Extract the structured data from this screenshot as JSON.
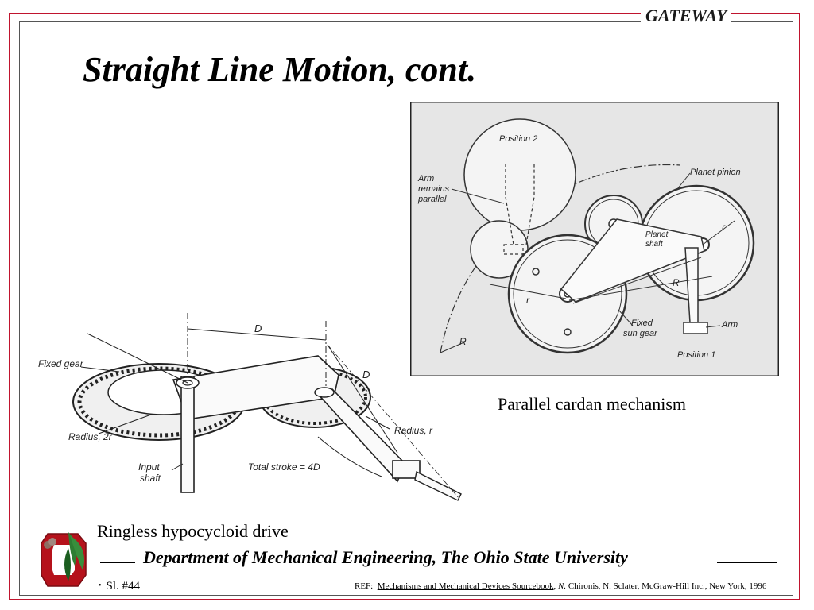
{
  "header": {
    "badge": "GATEWAY"
  },
  "slide": {
    "title": "Straight Line Motion, cont."
  },
  "figures": {
    "cardan": {
      "caption": "Parallel cardan mechanism",
      "labels": {
        "position2": "Position 2",
        "arm_remains": "Arm",
        "arm_remains2": "remains",
        "arm_remains3": "parallel",
        "planet_pinion": "Planet pinion",
        "planet_shaft": "Planet",
        "planet_shaft2": "shaft",
        "r_upper": "r",
        "r_left": "r",
        "R_mid": "R",
        "R_low": "R",
        "fixed_sun": "Fixed",
        "fixed_sun2": "sun gear",
        "arm": "Arm",
        "position1": "Position 1"
      }
    },
    "hypocycloid": {
      "caption": "Ringless hypocycloid drive",
      "labels": {
        "fixed_gear": "Fixed gear",
        "radius_2r": "Radius, 2r",
        "input_shaft": "Input",
        "input_shaft2": "shaft",
        "total_stroke": "Total stroke = 4D",
        "radius_r": "Radius, r",
        "D_top": "D",
        "D_right": "D"
      }
    }
  },
  "footer": {
    "department": "Department of Mechanical Engineering, The Ohio State University",
    "slide_number": "Sl. #44",
    "ref_prefix": "REF:",
    "ref_book": "Mechanisms and Mechanical Devices Sourcebook",
    "ref_sep": ",",
    "ref_author_initial": "N.",
    "ref_rest": "Chironis, N. Sclater, McGraw-Hill Inc., New York, 1996"
  },
  "colors": {
    "frame": "#c0142e",
    "logo_red": "#b5121b",
    "leaf_green": "#2e7d32"
  }
}
